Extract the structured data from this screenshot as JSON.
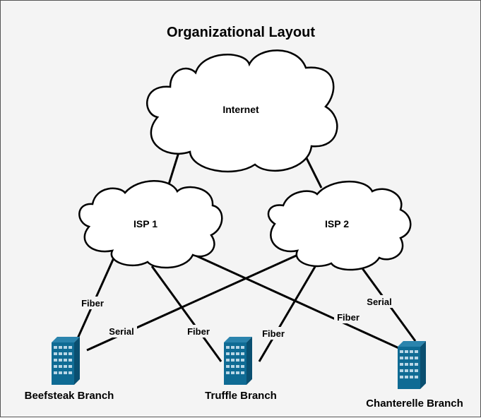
{
  "title": "Organizational Layout",
  "clouds": {
    "internet": "Internet",
    "isp1": "ISP 1",
    "isp2": "ISP 2"
  },
  "branches": {
    "beefsteak": "Beefsteak Branch",
    "truffle": "Truffle Branch",
    "chanterelle": "Chanterelle Branch"
  },
  "links": {
    "isp1_beefsteak": "Fiber",
    "isp2_beefsteak": "Serial",
    "isp1_truffle": "Fiber",
    "isp2_truffle": "Fiber",
    "isp1_chanterelle": "Fiber",
    "isp2_chanterelle": "Serial"
  },
  "colors": {
    "background": "#f4f4f4",
    "building_front": "#0f6b94",
    "building_side": "#0a4f70",
    "building_top": "#2b84ad",
    "window": "#b8d6e6"
  },
  "icons": {
    "cloud": "cloud-icon",
    "building": "office-building-icon"
  }
}
